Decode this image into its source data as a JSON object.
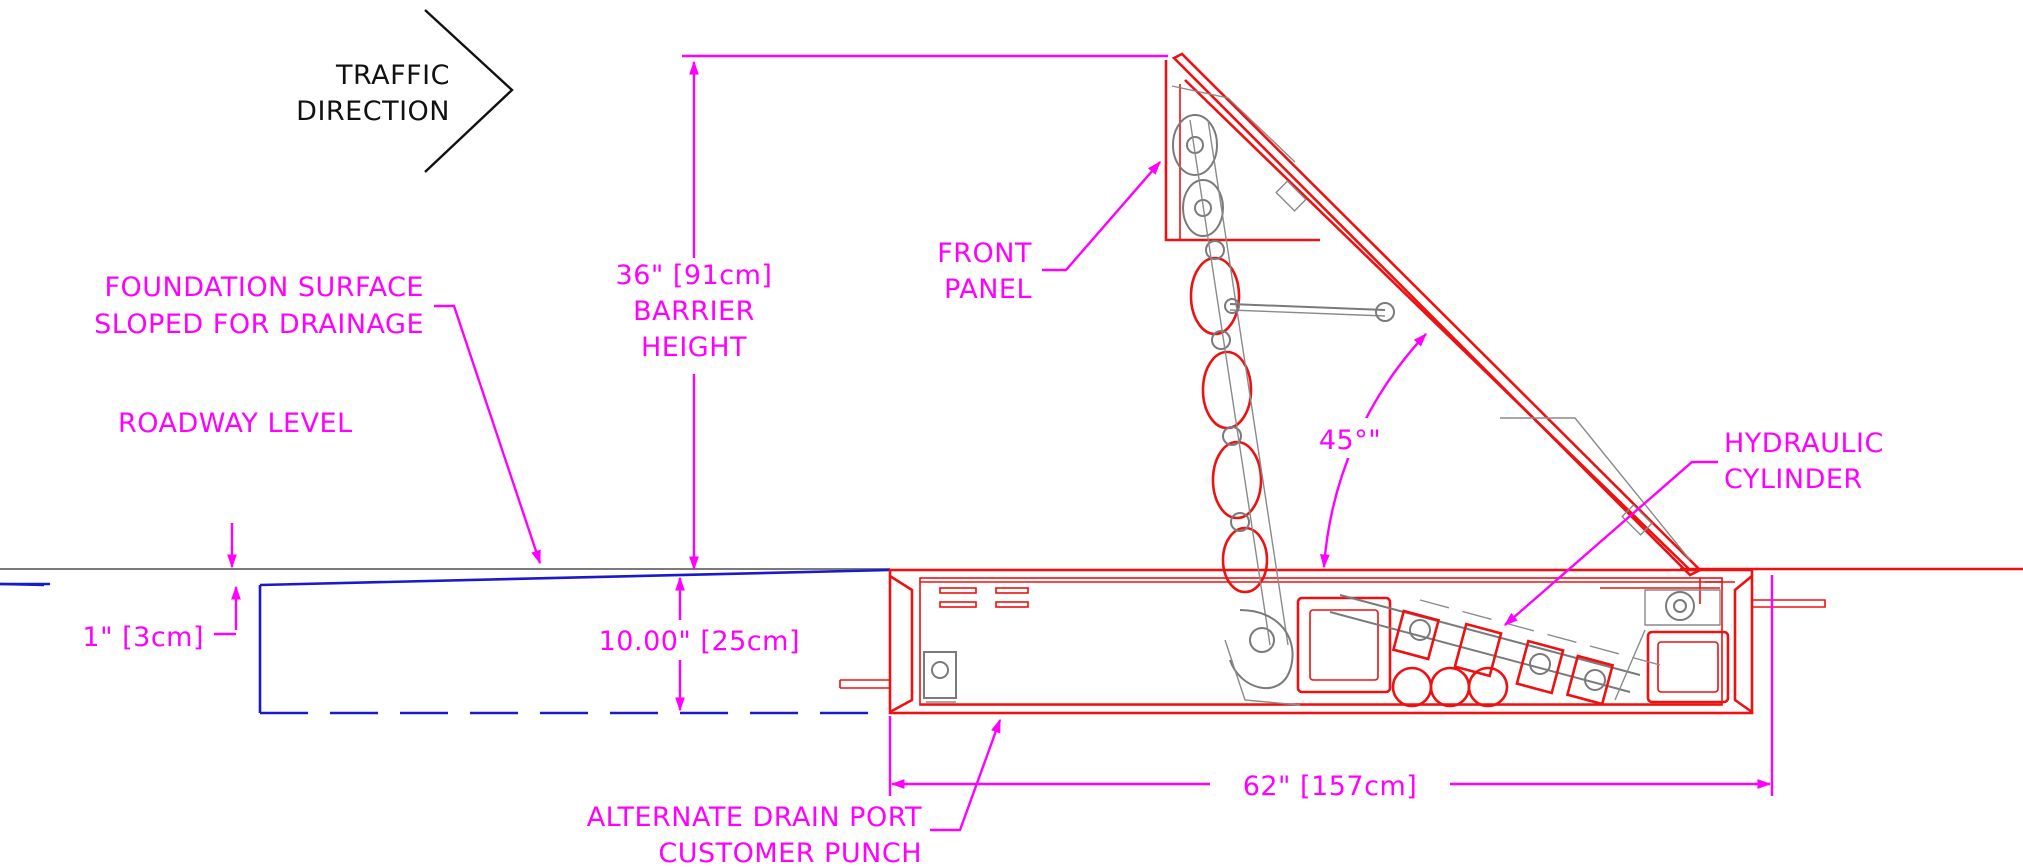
{
  "labels": {
    "traffic_line1": "TRAFFIC",
    "traffic_line2": "DIRECTION",
    "foundation_line1": "FOUNDATION SURFACE",
    "foundation_line2": "SLOPED FOR DRAINAGE",
    "roadway_level": "ROADWAY LEVEL",
    "height_line1": "36\" [91cm]",
    "height_line2": "BARRIER",
    "height_line3": "HEIGHT",
    "front_panel_line1": "FRONT",
    "front_panel_line2": "PANEL",
    "angle": "45°\"",
    "hydraulic_line1": "HYDRAULIC",
    "hydraulic_line2": "CYLINDER",
    "slope_dim": "1\" [3cm]",
    "depth_dim": "10.00\" [25cm]",
    "width_dim": "62\" [157cm]",
    "drain_line1": "ALTERNATE DRAIN PORT",
    "drain_line2": "CUSTOMER PUNCH"
  },
  "colors": {
    "annotation": "#ff00ff",
    "barrier": "#ee1111",
    "mechanism": "#7a7a7a",
    "foundation": "#1a1acc",
    "text": "#111111"
  }
}
